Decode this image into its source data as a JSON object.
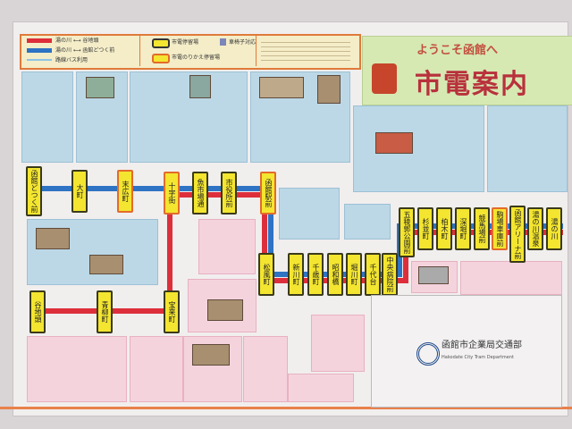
{
  "legend": {
    "items": [
      {
        "label": "湯の川 ⟷ 谷地頭",
        "color": "#dd2f3b"
      },
      {
        "label": "湯の川 ⟷ 函館どつく前",
        "color": "#2e73c4"
      },
      {
        "label": "路線バス利用",
        "color": "#8fc3e6"
      }
    ],
    "stop_label": "市電停留場",
    "transfer_label": "市電のりかえ停留場",
    "wheelchair_label": "車椅子対応"
  },
  "title_panel": {
    "welcome": "ようこそ函館へ",
    "title": "市電案内"
  },
  "stations": {
    "west": [
      "函館どつく前",
      "大町",
      "末広町",
      "十字街",
      "魚市場通",
      "市役所前",
      "函館駅前"
    ],
    "yachigashira": [
      "谷地頭",
      "青柳町",
      "宝来町"
    ],
    "middle": [
      "松風町",
      "新川町",
      "千歳町",
      "昭和橋",
      "堀川町",
      "千代台",
      "中央病院前"
    ],
    "east": [
      "五稜郭公園前",
      "杉並町",
      "柏木町",
      "深堀町",
      "競馬場前",
      "駒場車庫前",
      "函館アリーナ前",
      "湯の川温泉",
      "湯の川"
    ]
  },
  "colors": {
    "red_line": "#dd2f3b",
    "blue_line": "#2e73c4",
    "stop": "#f3e530"
  },
  "operator": {
    "name_jp": "函館市企業局交通部",
    "name_en": "Hakodate City Tram Department"
  }
}
